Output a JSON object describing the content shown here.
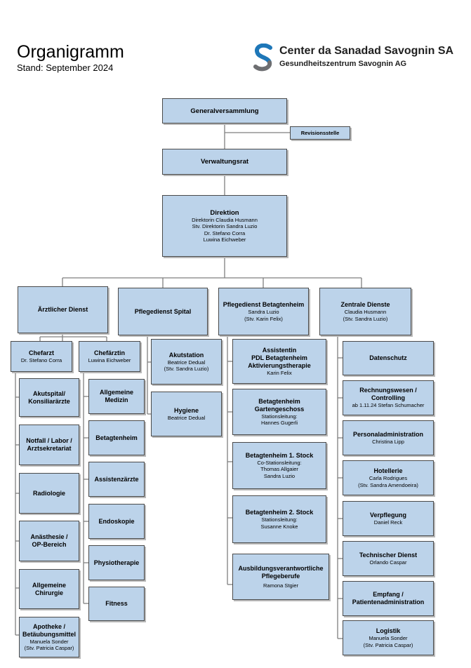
{
  "header": {
    "title": "Organigramm",
    "stand": "Stand: September 2024"
  },
  "logo": {
    "icon": "savognin-s-logo-icon",
    "name": "Center da Sanadad Savognin SA",
    "subtitle": "Gesundheitszentrum Savognin AG",
    "colors": {
      "blue": "#1e77b8",
      "gray": "#6d6e71"
    }
  },
  "colors": {
    "box_fill": "#bcd3ea",
    "box_border": "#4a4a4a",
    "line": "#7f7f7f"
  },
  "top": {
    "generalversammlung": {
      "title": "Generalversammlung"
    },
    "revisionsstelle": {
      "title": "Revisionsstelle"
    },
    "verwaltungsrat": {
      "title": "Verwaltungsrat"
    },
    "direktion": {
      "title": "Direktion",
      "l1": "Direktorin Claudia Husmann",
      "l2": "Stv. Direktorin Sandra Luzio",
      "l3": "Dr. Stefano Corra",
      "l4": "Luwina Eichweber"
    }
  },
  "departments": {
    "aerztlich": {
      "title": "Ärztlicher Dienst"
    },
    "pflege_spital": {
      "title": "Pflegedienst Spital"
    },
    "pflege_betagten": {
      "title": "Pflegedienst Betagtenheim",
      "l1": "Sandra Luzio",
      "l2": "(Stv. Karin Felix)"
    },
    "zentrale": {
      "title": "Zentrale Dienste",
      "l1": "Claudia Husmann",
      "l2": "(Stv. Sandra Luzio)"
    }
  },
  "aerztlich": {
    "chefarzt": {
      "title": "Chefarzt",
      "l1": "Dr. Stefano Corra"
    },
    "chefaerztin": {
      "title": "Chefärztin",
      "l1": "Luwina Eichweber"
    },
    "left": [
      {
        "t1": "Akutspital/",
        "t2": "Konsiliarärzte"
      },
      {
        "t1": "Notfall / Labor /",
        "t2": "Arztsekretariat"
      },
      {
        "t1": "Radiologie"
      },
      {
        "t1": "Anästhesie /",
        "t2": "OP-Bereich"
      },
      {
        "t1": "Allgemeine",
        "t2": "Chirurgie"
      },
      {
        "t1": "Apotheke /",
        "t2": "Betäubungsmittel",
        "s1": "Manuela Sonder",
        "s2": "(Stv. Patricia Caspar)"
      }
    ],
    "right": [
      {
        "t1": "Allgemeine",
        "t2": "Medizin"
      },
      {
        "t1": "Betagtenheim"
      },
      {
        "t1": "Assistenzärzte"
      },
      {
        "t1": "Endoskopie"
      },
      {
        "t1": "Physiotherapie"
      },
      {
        "t1": "Fitness"
      }
    ]
  },
  "pflege_spital": [
    {
      "t1": "Akutstation",
      "s1": "Beatrice Dedual",
      "s2": "(Stv. Sandra Luzio)"
    },
    {
      "t1": "Hygiene",
      "s1": "Beatrice Dedual"
    }
  ],
  "pflege_betagten": [
    {
      "t1": "Assistentin",
      "t2": "PDL Betagtenheim",
      "t3": "Aktivierungstherapie",
      "s1": "Karin Felix"
    },
    {
      "t1": "Betagtenheim",
      "t2": "Gartengeschoss",
      "s1": "Stationsleitung:",
      "s2": "Hannes Gugerli"
    },
    {
      "t1": "Betagtenheim 1. Stock",
      "s1": "Co-Stationsleitung:",
      "s2": "Thomas Allgaier",
      "s3": "Sandra Luzio"
    },
    {
      "t1": "Betagtenheim 2. Stock",
      "s1": "Stationsleitung:",
      "s2": "Susanne Knoke"
    },
    {
      "t1": "Ausbildungsverantwortliche",
      "t2": "Pflegeberufe",
      "s1": "Ramona Stgier"
    }
  ],
  "zentrale": [
    {
      "t1": "Datenschutz"
    },
    {
      "t1": "Rechnungswesen /",
      "t2": "Controlling",
      "s1": "ab 1.11.24 Stefan Schumacher"
    },
    {
      "t1": "Personaladministration",
      "s1": "Christina Lipp"
    },
    {
      "t1": "Hotellerie",
      "s1": "Carla Rodrigues",
      "s2": "(Stv. Sandra Amendoeira)"
    },
    {
      "t1": "Verpflegung",
      "s1": "Daniel Reck"
    },
    {
      "t1": "Technischer Dienst",
      "s1": "Orlando Caspar"
    },
    {
      "t1": "Empfang /",
      "t2": "Patientenadministration"
    },
    {
      "t1": "Logistik",
      "s1": "Manuela Sonder",
      "s2": "(Stv. Patricia Caspar)"
    }
  ]
}
